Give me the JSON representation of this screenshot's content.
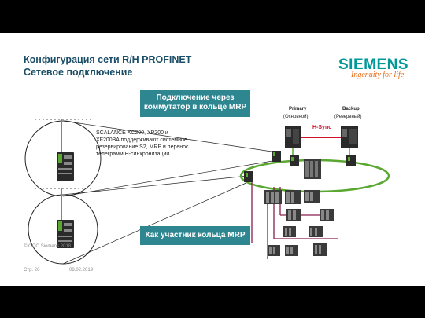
{
  "header": {
    "title_line1": "Конфигурация сети R/H PROFINET",
    "title_line2": "Сетевое подключение"
  },
  "logo": {
    "wordmark": "SIEMENS",
    "tagline": "Ingenuity for life"
  },
  "banners": {
    "top_line1": "Подключение через",
    "top_line2": "коммутатор в кольце MRP",
    "bottom": "Как участник кольца MRP"
  },
  "note": {
    "text": "SCALANCE XC200, XP200 и XF200BA поддерживают системное резервирование S2, MRP и перенос телеграмм H-синхронизации"
  },
  "controllers": {
    "primary_label": "Primary",
    "primary_sub": "(Основной)",
    "backup_label": "Backup",
    "backup_sub": "(Резервный)",
    "sync_label": "H-Sync"
  },
  "footer": {
    "copyright": "© ООО Siemens 2018",
    "page": "Стр. 26",
    "date": "08.02.2019"
  },
  "colors": {
    "ring": "#5aa832",
    "banner": "#2e8691",
    "sync": "#d0112b",
    "profinet_link": "#8a1d4f",
    "title": "#1a4d66",
    "brand": "#009999",
    "tagline": "#e66b1a"
  }
}
